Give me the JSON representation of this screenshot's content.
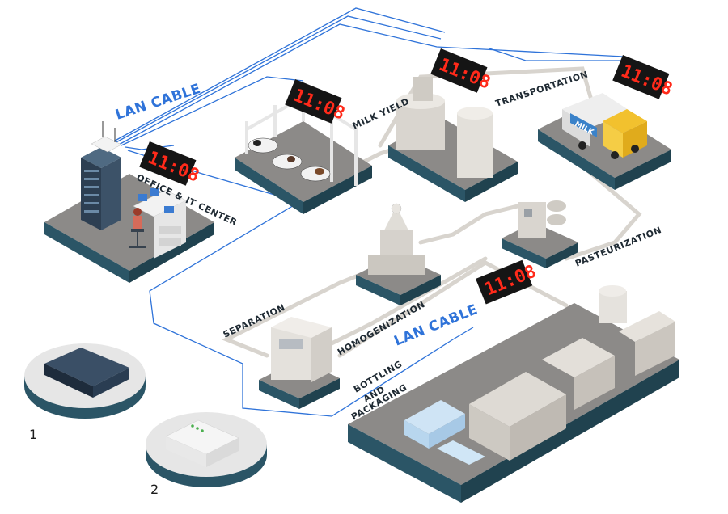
{
  "labels": {
    "lan_top": "LAN CABLE",
    "lan_bottom": "LAN CABLE",
    "office": "OFFICE & IT CENTER",
    "milk_yield": "MILK YIELD",
    "transportation": "TRANSPORTATION",
    "pasteurization": "PASTEURIZATION",
    "separation": "SEPARATION",
    "homogenization": "HOMOGENIZATION",
    "bottling_1": "BOTTLING",
    "bottling_2": "AND",
    "bottling_3": "PACKAGING",
    "truck_text": "MILK",
    "device_1": "1",
    "device_2": "2"
  },
  "displays": {
    "office": "11:08",
    "milk_yield": "11:08",
    "processing": "11:08",
    "transportation": "11:08",
    "bottling": "11:08"
  },
  "colors": {
    "lan_cable": "#2f73d9",
    "platform_top": "#8c8a88",
    "platform_side": "#2b5566",
    "pipe": "#dcd8d2",
    "display_digits": "#ff2a1a"
  }
}
